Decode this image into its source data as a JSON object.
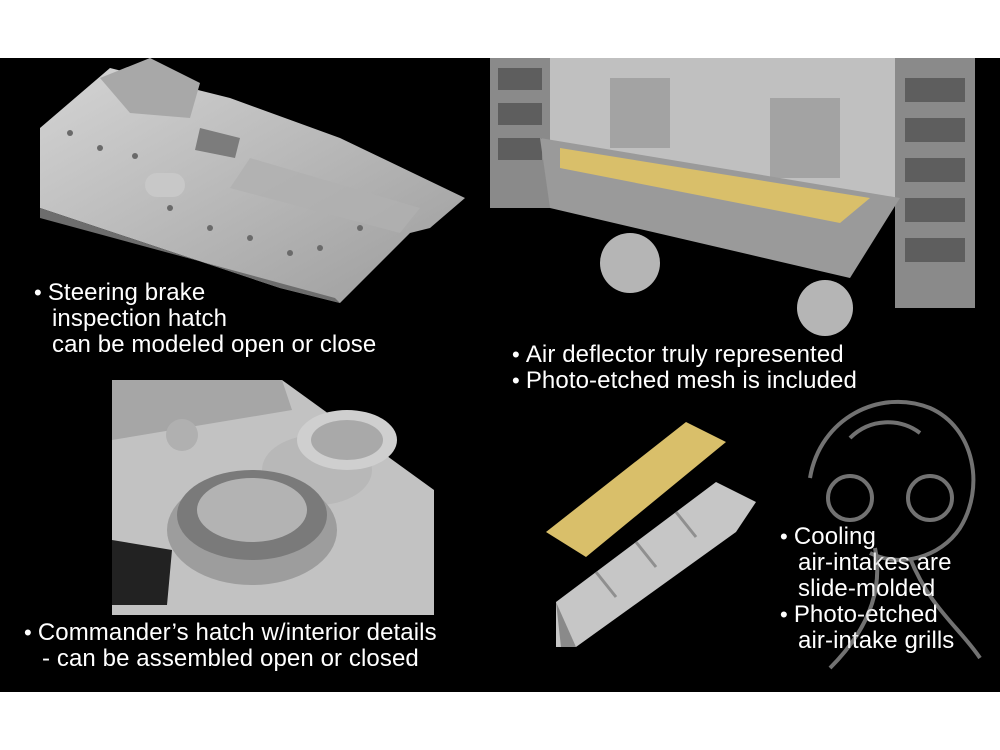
{
  "captions": {
    "steering": {
      "bullet": "•",
      "lines": [
        "Steering brake",
        "inspection hatch",
        "can be modeled open or close"
      ]
    },
    "deflector": {
      "items": [
        "Air deflector truly represented",
        "Photo-etched mesh is included"
      ]
    },
    "commander": {
      "bullet": "•",
      "lines": [
        "Commander’s hatch w/interior details",
        "- can be assembled  open or closed"
      ]
    },
    "cooling": {
      "items": [
        {
          "lines": [
            "Cooling",
            "air-intakes are",
            "slide-molded"
          ]
        },
        {
          "lines": [
            "Photo-etched",
            "air-intake grills"
          ]
        }
      ]
    }
  },
  "colors": {
    "background": "#000000",
    "text": "#ffffff",
    "model_grey": "#b9b9b9",
    "photo_etch_gold": "#d9bf6a"
  },
  "icons": {
    "bullet": "bullet-icon",
    "watermark": "bird-mascot-watermark"
  }
}
